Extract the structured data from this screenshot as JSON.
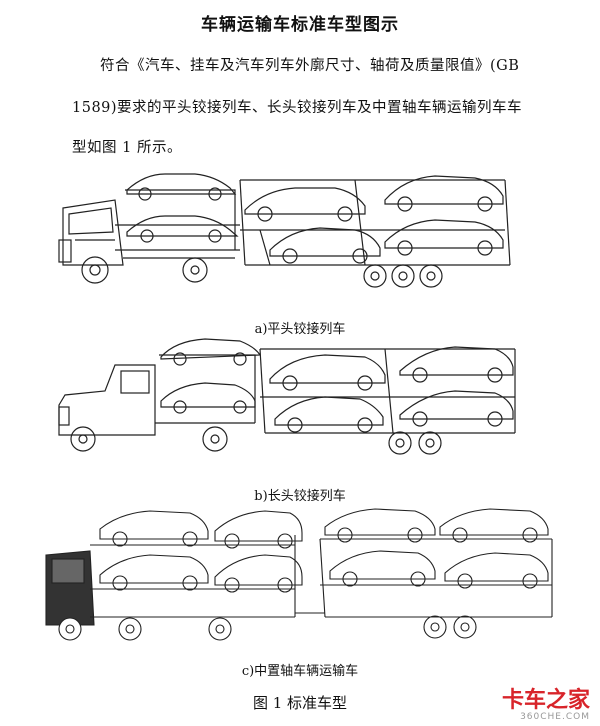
{
  "doc": {
    "title": "车辆运输车标准车型图示",
    "para_line1": "符合《汽车、挂车及汽车列车外廓尺寸、轴荷及质量限值》(GB",
    "para_line2": "1589)要求的平头铰接列车、长头铰接列车及中置轴车辆运输列车车",
    "para_line3": "型如图 1 所示。",
    "caption_a": "a)平头铰接列车",
    "caption_b": "b)长头铰接列车",
    "caption_c": "c)中置轴车辆运输车",
    "figure_title": "图 1 标准车型"
  },
  "watermark": {
    "logo_text": "卡车之家",
    "site_text": "360CHE.COM"
  }
}
